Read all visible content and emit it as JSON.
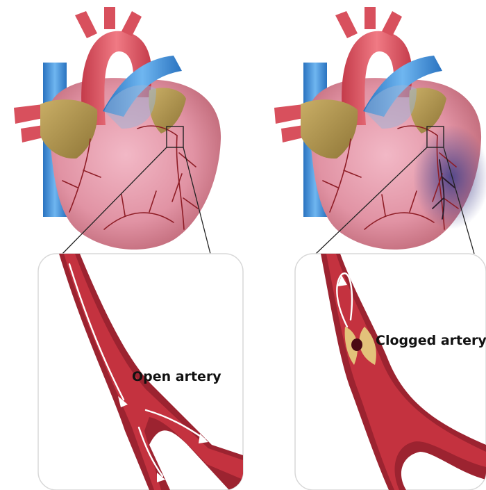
{
  "panels": [
    {
      "id": "left",
      "label": "Open artery"
    },
    {
      "id": "right",
      "label": "Clogged artery"
    }
  ],
  "colors": {
    "heart_muscle": "#e29aaa",
    "heart_shadow": "#b9606f",
    "aorta": "#d8505d",
    "vena_cava": "#3b8fd8",
    "atrium": "#b59a55",
    "artery_wall": "#8e1d26",
    "artery_lumen": "#b02a36",
    "plaque": "#e3c27a",
    "ischemia": "#4a4a8c",
    "panel_border": "#d8d8d8"
  }
}
